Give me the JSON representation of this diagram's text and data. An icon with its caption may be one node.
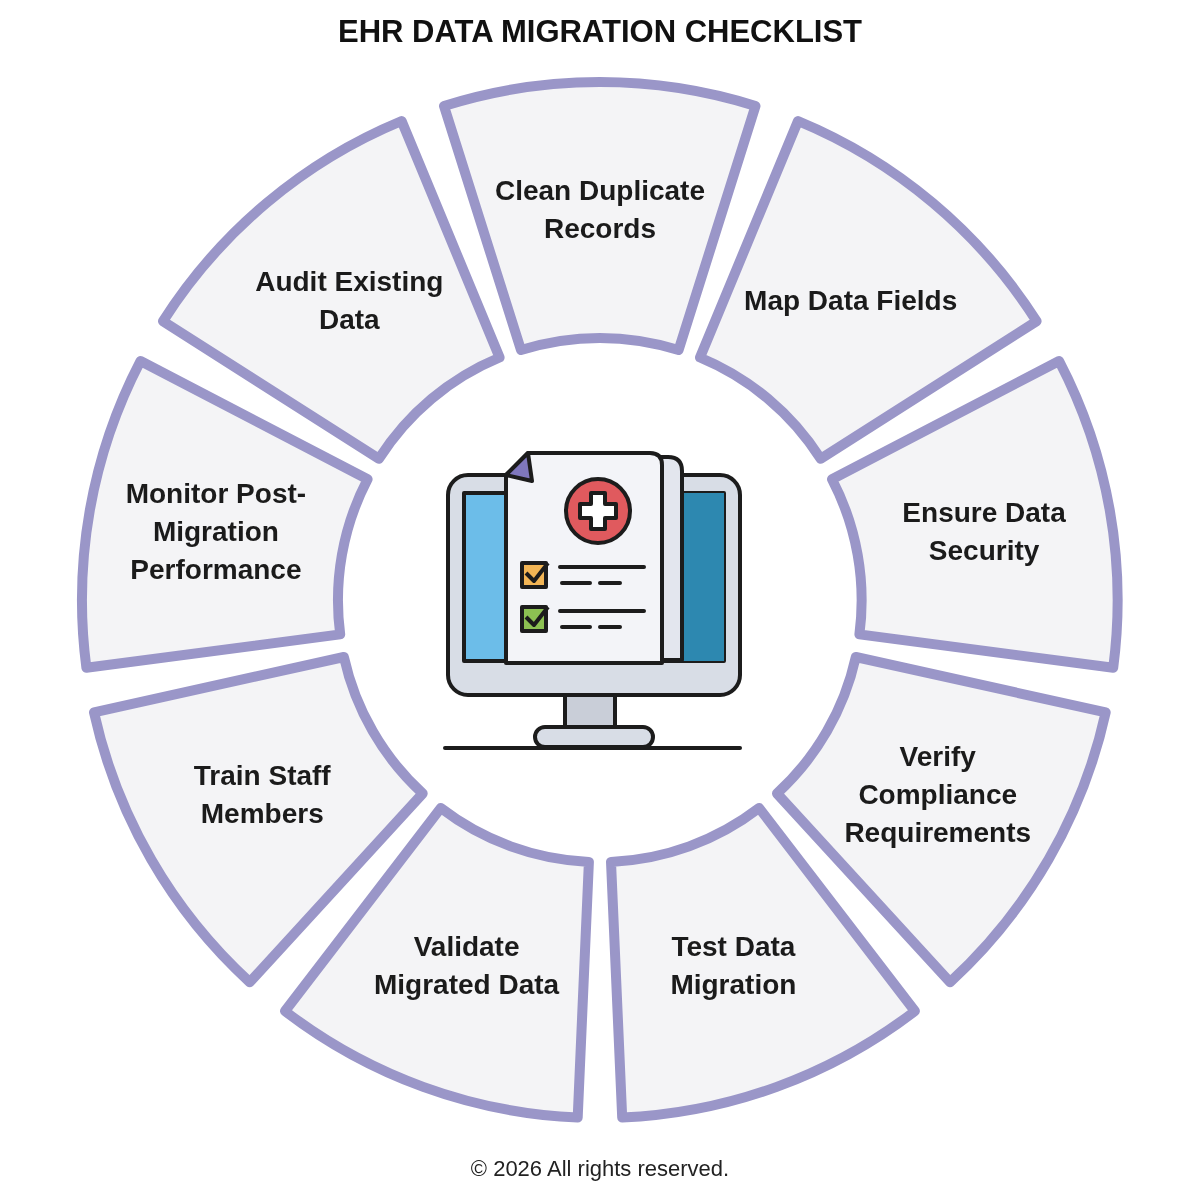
{
  "diagram": {
    "title": "EHR DATA MIGRATION CHECKLIST",
    "caption": "© 2026 All rights reserved.",
    "nodes": [
      {
        "text": [
          "Audit Existing Data"
        ]
      },
      {
        "text": [
          "Clean Duplicate Records"
        ]
      },
      {
        "text": [
          "Map Data Fields"
        ]
      },
      {
        "text": [
          "Ensure Data Security"
        ]
      },
      {
        "text": [
          "Verify Compliance Requirements"
        ]
      },
      {
        "text": [
          "Test Data Migration"
        ]
      },
      {
        "text": [
          "Validate Migrated Data"
        ]
      },
      {
        "text": [
          "Train Staff Members"
        ]
      },
      {
        "text": [
          "Monitor Post-Migration Performance"
        ]
      }
    ]
  }
}
